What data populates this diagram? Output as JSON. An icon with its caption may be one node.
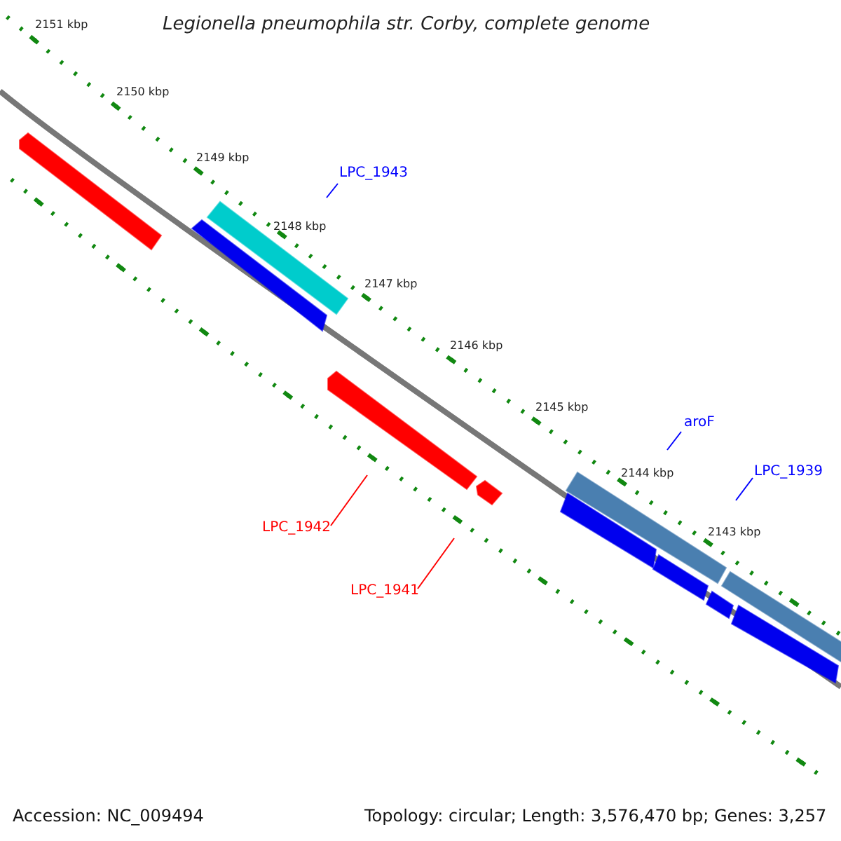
{
  "diagram": {
    "title": "Legionella pneumophila str. Corby, complete genome",
    "nodes": [
      {
        "text": [
          "LPC_1943"
        ]
      },
      {
        "text": [
          "aroF"
        ]
      },
      {
        "text": [
          "LPC_1939"
        ]
      },
      {
        "text": [
          "LPC_1942"
        ]
      },
      {
        "text": [
          "LPC_1941"
        ]
      }
    ],
    "edges": [
      {
        "from": 0,
        "to": null,
        "arrow": "none"
      },
      {
        "from": 1,
        "to": null,
        "arrow": "none"
      },
      {
        "from": 2,
        "to": null,
        "arrow": "none"
      },
      {
        "from": 3,
        "to": null,
        "arrow": "none",
        "color": "#ff0000"
      },
      {
        "from": 4,
        "to": null,
        "arrow": "none",
        "color": "#ff0000"
      }
    ],
    "labels": [
      "2151 kbp",
      "2150 kbp",
      "2149 kbp",
      "2148 kbp",
      "2147 kbp",
      "2146 kbp",
      "2145 kbp",
      "2144 kbp",
      "2143 kbp",
      "Accession: NC_009494",
      "Topology: circular; Length: 3,576,470 bp; Genes: 3,257"
    ]
  }
}
